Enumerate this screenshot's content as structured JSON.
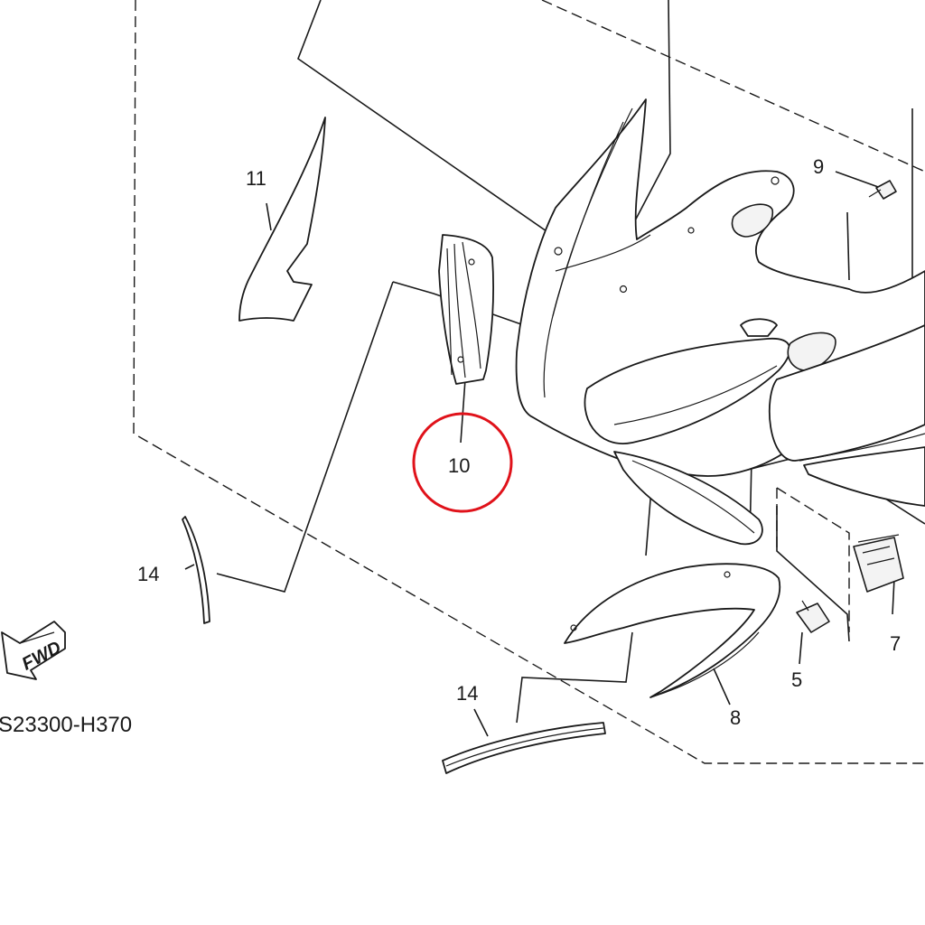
{
  "diagram": {
    "callouts": {
      "c5": "5",
      "c7": "7",
      "c8": "8",
      "c9": "9",
      "c10": "10",
      "c11": "11",
      "c14a": "14",
      "c14b": "14"
    },
    "fwd_label": "FWD",
    "drawing_code": "S23300-H370",
    "highlight_color": "#e0121a",
    "highlighted_callout": "10"
  }
}
